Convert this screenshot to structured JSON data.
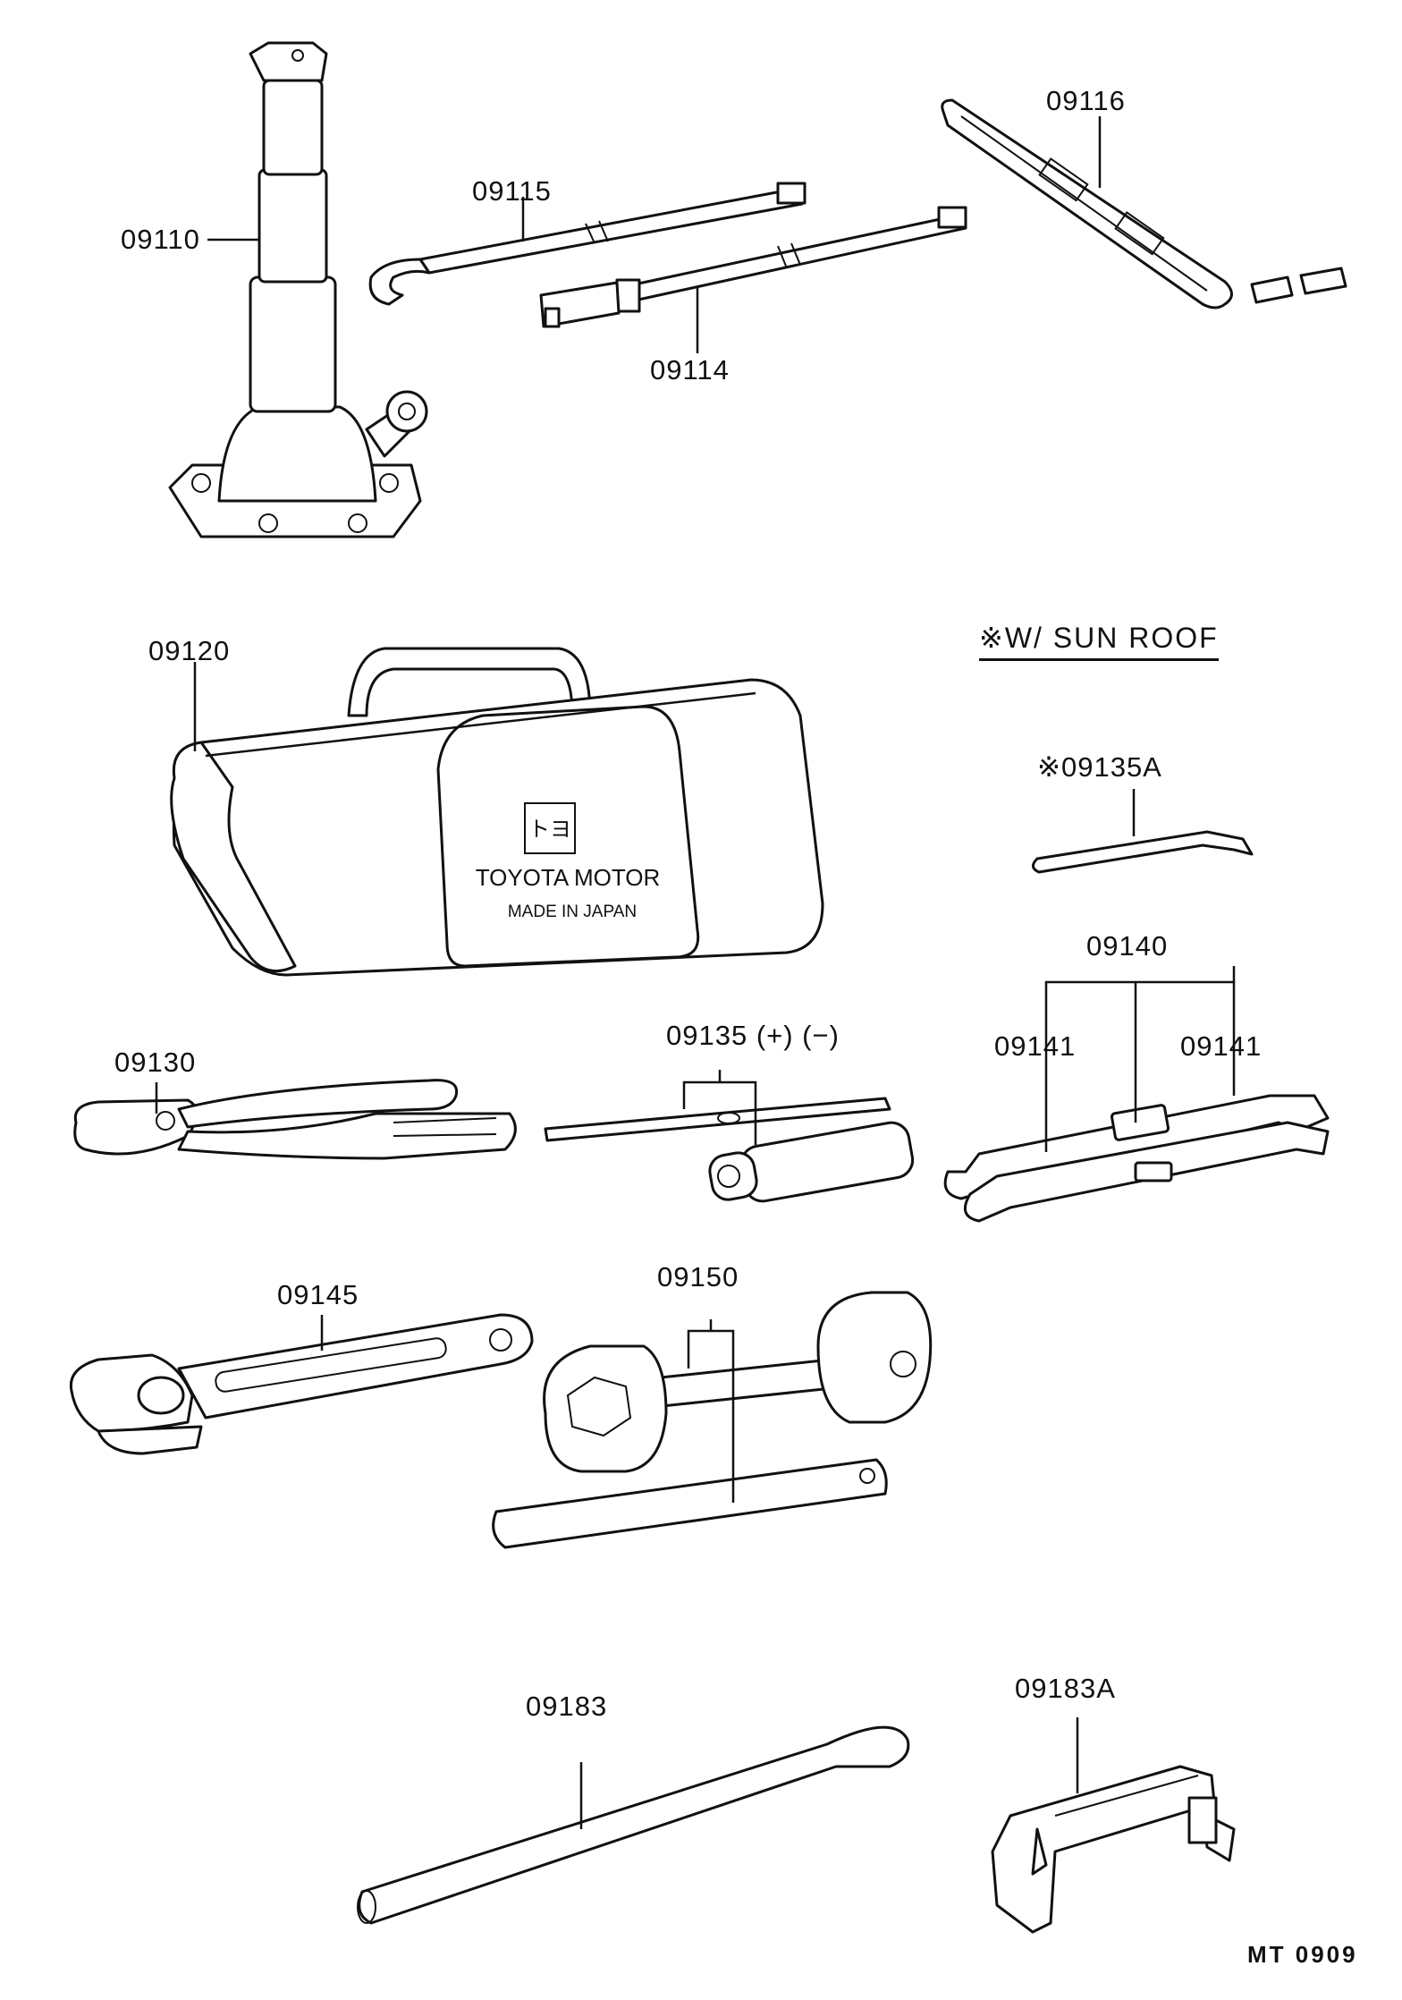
{
  "labels": {
    "p09110": "09110",
    "p09115": "09115",
    "p09114": "09114",
    "p09116": "09116",
    "p09120": "09120",
    "p09135a": "※09135A",
    "p09130": "09130",
    "p09135": "09135 (+) (−)",
    "p09140": "09140",
    "p09141_left": "09141",
    "p09141_right": "09141",
    "p09145": "09145",
    "p09150": "09150",
    "p09183": "09183",
    "p09183a": "09183A"
  },
  "note": "※W/ SUN  ROOF",
  "bag_print": {
    "brand": "TOYOTA MOTOR",
    "origin": "MADE IN JAPAN"
  },
  "drawing_code": "MT  0909"
}
